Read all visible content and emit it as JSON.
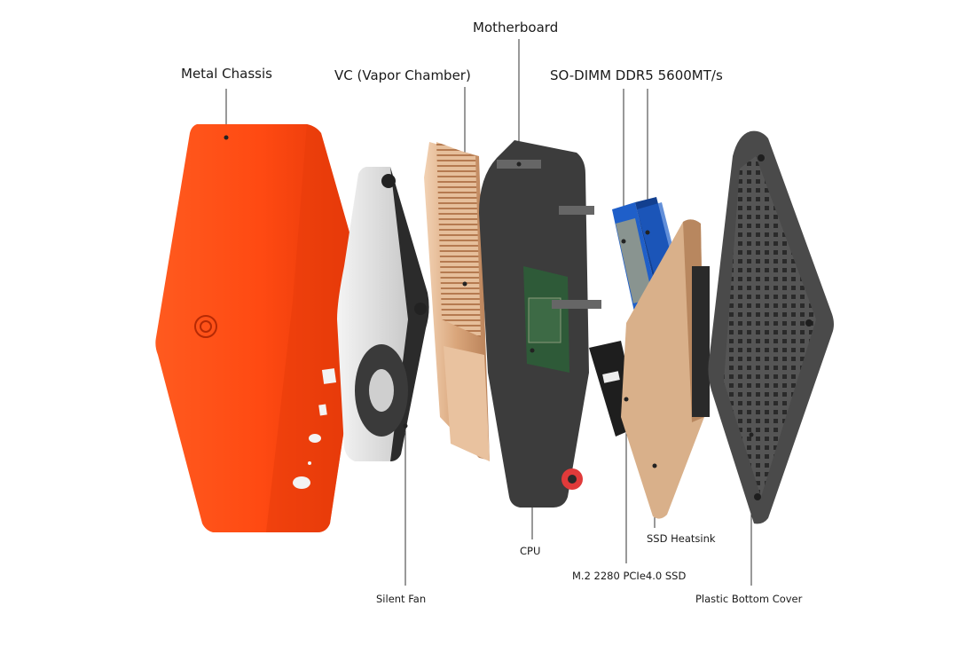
{
  "labels": {
    "motherboard": "Motherboard",
    "metal_chassis": "Metal Chassis",
    "vapor_chamber": "VC (Vapor Chamber)",
    "sodimm": "SO-DIMM DDR5 5600MT/s",
    "cpu": "CPU",
    "ssd_heatsink": "SSD Heatsink",
    "ssd": "M.2 2280 PCIe4.0 SSD",
    "silent_fan": "Silent Fan",
    "bottom_cover": "Plastic Bottom Cover"
  },
  "colors": {
    "chassis": "#ff4a12",
    "chassis_shade": "#e2380a",
    "fan_dark": "#2b2b2b",
    "copper": "#d9a57a",
    "board": "#3a3a3a",
    "ram_blue": "#1f5fc9",
    "cover": "#4a4a4a"
  }
}
